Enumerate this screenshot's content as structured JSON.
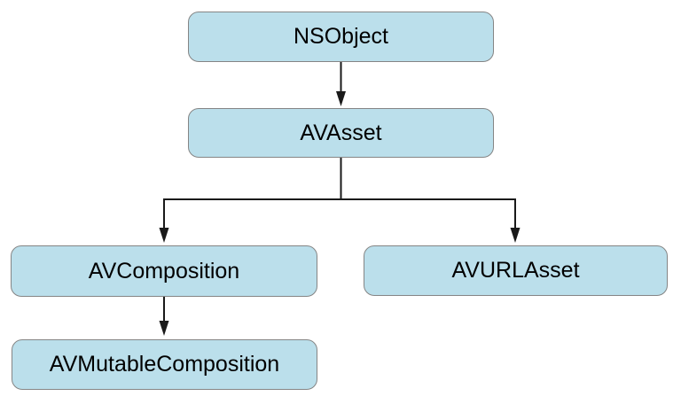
{
  "diagram": {
    "kind": "class-hierarchy",
    "nodes": [
      {
        "id": "nsobject",
        "label": "NSObject"
      },
      {
        "id": "avasset",
        "label": "AVAsset"
      },
      {
        "id": "avcomposition",
        "label": "AVComposition"
      },
      {
        "id": "avurlasset",
        "label": "AVURLAsset"
      },
      {
        "id": "avmutablecomposition",
        "label": "AVMutableComposition"
      }
    ],
    "edges": [
      {
        "from": "NSObject",
        "to": "AVAsset"
      },
      {
        "from": "AVAsset",
        "to": "AVComposition"
      },
      {
        "from": "AVAsset",
        "to": "AVURLAsset"
      },
      {
        "from": "AVComposition",
        "to": "AVMutableComposition"
      }
    ],
    "style": {
      "background": "#ffffff",
      "node_fill": "#bbdfeb",
      "node_border": "#858585",
      "connector_color": "#1a1a1a",
      "text_color": "#000000"
    }
  }
}
